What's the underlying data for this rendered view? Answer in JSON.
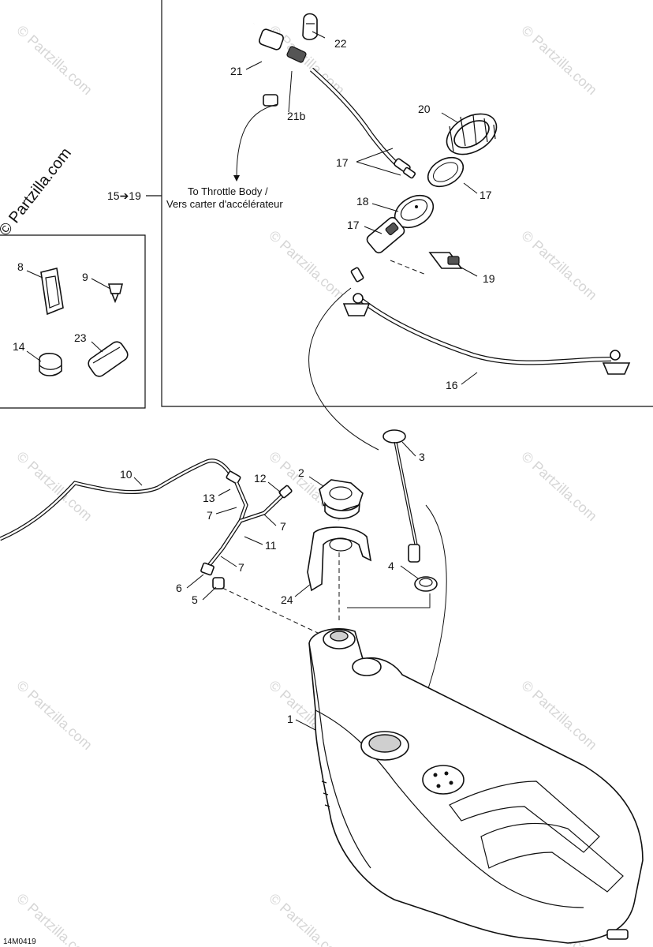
{
  "watermark": "© Partzilla.com",
  "catalog_code": "14M0419",
  "note": {
    "line1": "To Throttle Body /",
    "line2": "Vers carter d'accélérateur"
  },
  "range_label": "15➔19",
  "inset_box_title": "© Partzilla.com",
  "callouts": {
    "c1": "1",
    "c2": "2",
    "c3": "3",
    "c4": "4",
    "c5": "5",
    "c6": "6",
    "c7a": "7",
    "c7b": "7",
    "c7c": "7",
    "c8": "8",
    "c9": "9",
    "c10": "10",
    "c11": "11",
    "c12": "12",
    "c13": "13",
    "c14": "14",
    "c16": "16",
    "c17a": "17",
    "c17b": "17",
    "c17c": "17",
    "c18": "18",
    "c19": "19",
    "c20": "20",
    "c21": "21",
    "c21b": "21b",
    "c22": "22",
    "c23": "23",
    "c24": "24"
  }
}
